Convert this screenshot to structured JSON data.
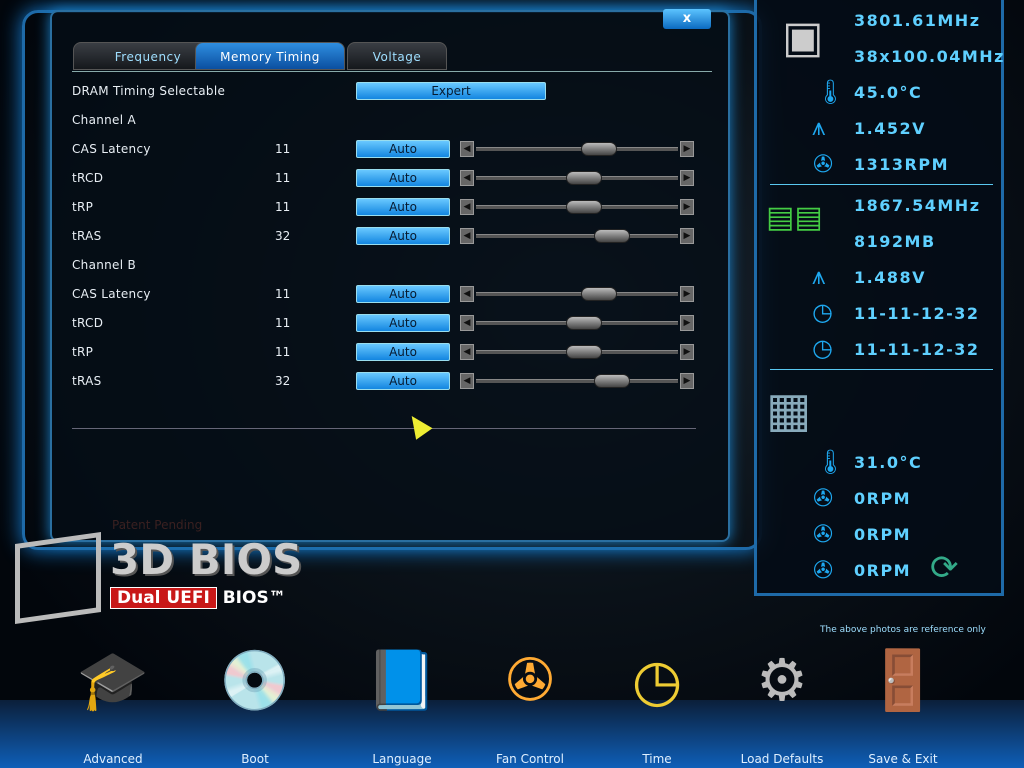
{
  "tabs": [
    "Frequency",
    "Memory Timing",
    "Voltage"
  ],
  "close_label": "x",
  "dram": {
    "label": "DRAM Timing Selectable",
    "value": "Expert"
  },
  "channels": [
    {
      "title": "Channel A",
      "rows": [
        {
          "label": "CAS Latency",
          "value": "11",
          "mode": "Auto",
          "slider": 0.63
        },
        {
          "label": "tRCD",
          "value": "11",
          "mode": "Auto",
          "slider": 0.54
        },
        {
          "label": "tRP",
          "value": "11",
          "mode": "Auto",
          "slider": 0.54
        },
        {
          "label": "tRAS",
          "value": "32",
          "mode": "Auto",
          "slider": 0.71
        }
      ]
    },
    {
      "title": "Channel B",
      "rows": [
        {
          "label": "CAS Latency",
          "value": "11",
          "mode": "Auto",
          "slider": 0.63
        },
        {
          "label": "tRCD",
          "value": "11",
          "mode": "Auto",
          "slider": 0.54
        },
        {
          "label": "tRP",
          "value": "11",
          "mode": "Auto",
          "slider": 0.54
        },
        {
          "label": "tRAS",
          "value": "32",
          "mode": "Auto",
          "slider": 0.71
        }
      ]
    }
  ],
  "side": {
    "cpu_freq": "3801.61MHz",
    "cpu_ratio": "38x100.04MHz",
    "cpu_temp": "45.0°C",
    "cpu_volt": "1.452V",
    "cpu_fan": "1313RPM",
    "mem_freq": "1867.54MHz",
    "mem_size": "8192MB",
    "mem_volt": "1.488V",
    "timing_a": "11-11-12-32",
    "timing_b": "11-11-12-32",
    "sys_temp": "31.0°C",
    "fan1": "0RPM",
    "fan2": "0RPM",
    "fan3": "0RPM"
  },
  "branding": {
    "logo": "3D BIOS",
    "dual": "Dual UEFI",
    "bios": "BIOS™",
    "patent": "Patent Pending"
  },
  "reference_note": "The above photos are reference only",
  "nav": [
    "Advanced",
    "Boot",
    "Language",
    "Fan Control",
    "Time",
    "Load Defaults",
    "Save & Exit"
  ]
}
